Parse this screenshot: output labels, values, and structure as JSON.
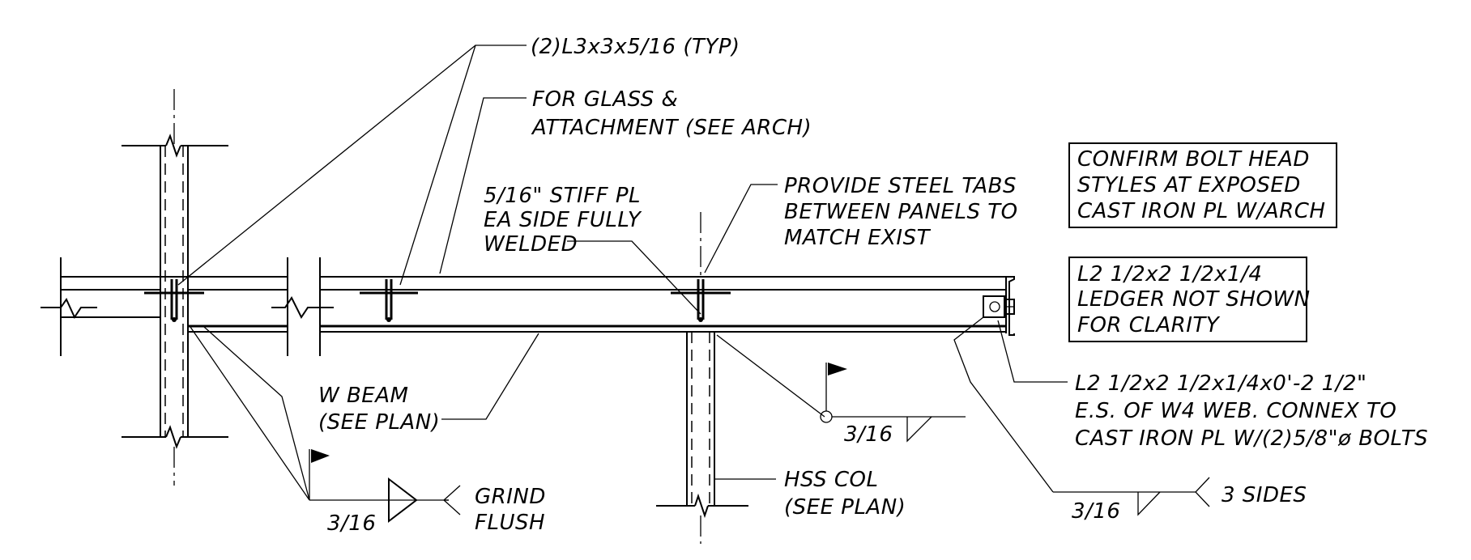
{
  "notes": {
    "angles_typ": "(2)L3x3x5/16 (TYP)",
    "glass_line1": "FOR GLASS &",
    "glass_line2": "ATTACHMENT (SEE ARCH)",
    "stiff_line1": "5/16\" STIFF PL",
    "stiff_line2": "EA SIDE FULLY",
    "stiff_line3": "WELDED",
    "tabs_line1": "PROVIDE STEEL TABS",
    "tabs_line2": "BETWEEN PANELS TO",
    "tabs_line3": "MATCH EXIST",
    "w_beam_line1": "W BEAM",
    "w_beam_line2": "(SEE PLAN)",
    "hss_line1": "HSS COL",
    "hss_line2": "(SEE PLAN)",
    "grind_line1": "GRIND",
    "grind_line2": "FLUSH",
    "angle_connex_line1": "L2 1/2x2 1/2x1/4x0'-2 1/2\"",
    "angle_connex_line2": "E.S. OF W4 WEB. CONNEX TO",
    "angle_connex_line3": "CAST IRON PL W/(2)5/8\"ø BOLTS",
    "three_sides": "3 SIDES"
  },
  "boxes": {
    "bolt_head_line1": "CONFIRM BOLT HEAD",
    "bolt_head_line2": "STYLES AT EXPOSED",
    "bolt_head_line3": "CAST IRON PL W/ARCH",
    "ledger_line1": "L2 1/2x2 1/2x1/4",
    "ledger_line2": "LEDGER NOT SHOWN",
    "ledger_line3": "FOR CLARITY"
  },
  "welds": {
    "size_left": "3/16",
    "size_middle": "3/16",
    "size_right": "3/16"
  }
}
